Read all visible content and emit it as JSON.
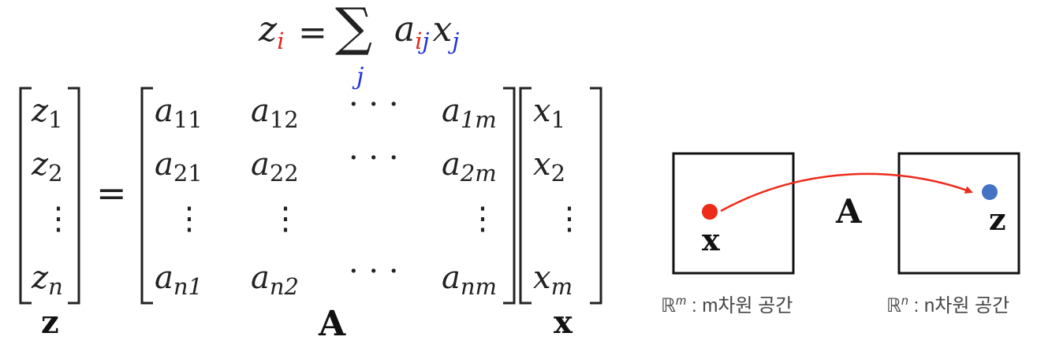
{
  "equation": {
    "lhs": "z",
    "lhs_index": "i",
    "equals": "=",
    "sum_symbol": "∑",
    "sum_index": "j",
    "coef": "a",
    "coef_index_i": "i",
    "coef_index_j": "j",
    "var": "x",
    "var_index": "j"
  },
  "matrix_eq": {
    "z_vector": [
      {
        "base": "z",
        "sub": "1"
      },
      {
        "base": "z",
        "sub": "2"
      },
      {
        "base": "⋮",
        "sub": ""
      },
      {
        "base": "z",
        "sub": "n"
      }
    ],
    "equals": "=",
    "A_rows": [
      [
        {
          "base": "a",
          "sub": "11"
        },
        {
          "base": "a",
          "sub": "12"
        },
        {
          "base": "· · ·",
          "sub": ""
        },
        {
          "base": "a",
          "sub": "1m"
        }
      ],
      [
        {
          "base": "a",
          "sub": "21"
        },
        {
          "base": "a",
          "sub": "22"
        },
        {
          "base": "· · ·",
          "sub": ""
        },
        {
          "base": "a",
          "sub": "2m"
        }
      ],
      [
        {
          "base": "⋮",
          "sub": ""
        },
        {
          "base": "⋮",
          "sub": ""
        },
        {
          "base": "",
          "sub": ""
        },
        {
          "base": "⋮",
          "sub": ""
        }
      ],
      [
        {
          "base": "a",
          "sub": "n1"
        },
        {
          "base": "a",
          "sub": "n2"
        },
        {
          "base": "· · ·",
          "sub": ""
        },
        {
          "base": "a",
          "sub": "nm"
        }
      ]
    ],
    "x_vector": [
      {
        "base": "x",
        "sub": "1"
      },
      {
        "base": "x",
        "sub": "2"
      },
      {
        "base": "⋮",
        "sub": ""
      },
      {
        "base": "x",
        "sub": "m"
      }
    ],
    "label_z": "z",
    "label_A": "A",
    "label_x": "x"
  },
  "mapping": {
    "point_x_label": "x",
    "point_z_label": "z",
    "arrow_label": "A",
    "left_caption_symbol": "ℝ",
    "left_caption_sup": "m",
    "left_caption_text": " : m차원 공간",
    "right_caption_symbol": "ℝ",
    "right_caption_sup": "n",
    "right_caption_text": " : n차원 공간",
    "colors": {
      "x_point": "#ee2a1b",
      "z_point": "#4472c4",
      "arrow": "#ee2a1b"
    }
  }
}
